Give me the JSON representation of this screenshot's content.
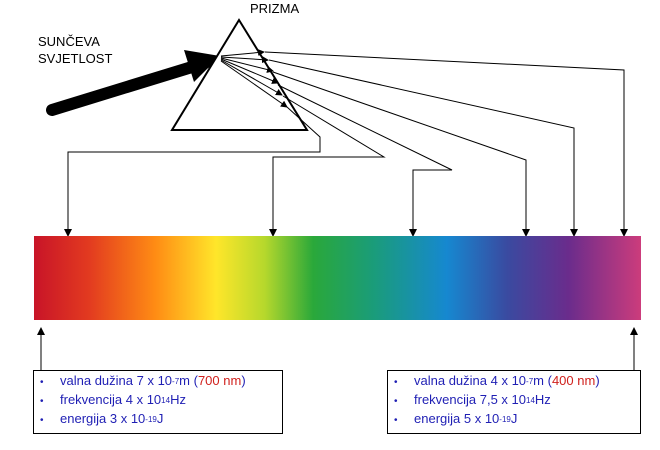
{
  "prism": {
    "label": "PRIZMA"
  },
  "sunlight": {
    "label_line1": "SUNČEVA",
    "label_line2": "SVJETLOST"
  },
  "spectrum": {
    "colors": [
      "#d4182e",
      "#ff7a12",
      "#ffe82a",
      "#22a33a",
      "#1684cc",
      "#6a2f8c",
      "#c83a7c"
    ]
  },
  "red_end": {
    "wavelength": {
      "text": "valna dužina 7 x 10",
      "exp": "-7",
      "unit": " m (",
      "nm": "700 nm",
      "close": ")"
    },
    "frequency": {
      "text": "frekvencija 4 x 10",
      "exp": "14",
      "unit": " Hz"
    },
    "energy": {
      "text": "energija  3 x 10",
      "exp": "-19",
      "unit": " J"
    }
  },
  "violet_end": {
    "wavelength": {
      "text": "valna dužina 4 x 10",
      "exp": "-7",
      "unit": " m (",
      "nm": "400 nm",
      "close": ")"
    },
    "frequency": {
      "text": "frekvencija 7,5 x 10",
      "exp": "14",
      "unit": " Hz"
    },
    "energy": {
      "text": "energija  5 x 10",
      "exp": "-19",
      "unit": " J"
    }
  },
  "bullet_char": "•"
}
